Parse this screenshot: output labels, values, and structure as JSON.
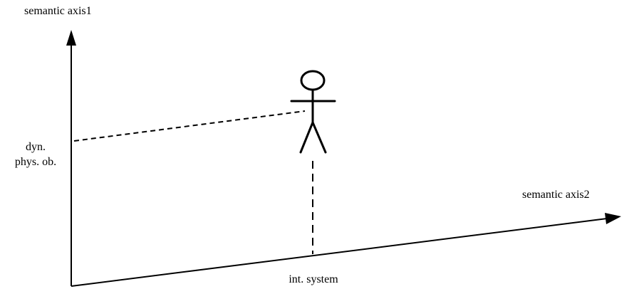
{
  "diagram": {
    "axis1_label": "semantic axis1",
    "axis2_label": "semantic axis2",
    "y_point_label_line1": "dyn.",
    "y_point_label_line2": "phys. ob.",
    "x_point_label": "int. system",
    "line_color": "#000000",
    "icons": [
      "stick-figure-icon",
      "arrowhead-up-icon",
      "arrowhead-right-icon"
    ]
  }
}
